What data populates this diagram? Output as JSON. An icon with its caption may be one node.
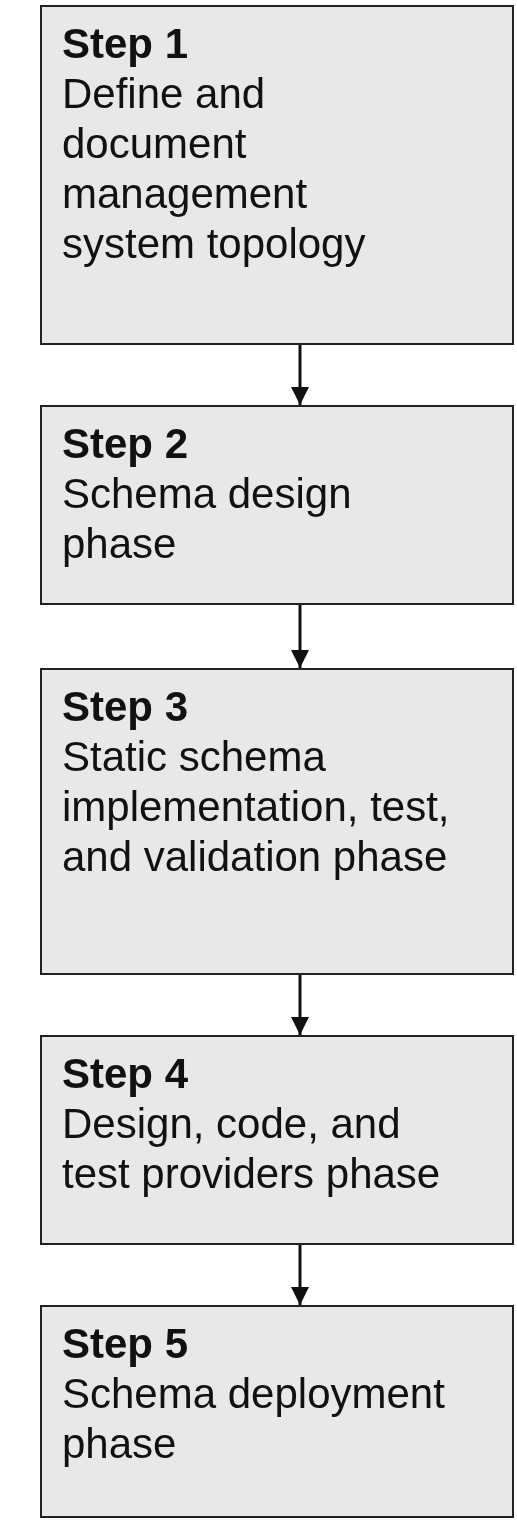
{
  "diagram": {
    "nodes": [
      {
        "text": [
          "Step 1",
          "Define and document management system topology"
        ]
      },
      {
        "text": [
          "Step 2",
          "Schema design phase"
        ]
      },
      {
        "text": [
          "Step 3",
          "Static schema implementation, test, and validation phase"
        ]
      },
      {
        "text": [
          "Step 4",
          "Design, code, and test providers phase"
        ]
      },
      {
        "text": [
          "Step 5",
          "Schema deployment phase"
        ]
      }
    ],
    "edges": [
      {
        "from": 0,
        "to": 1,
        "arrow": "to"
      },
      {
        "from": 1,
        "to": 2,
        "arrow": "to"
      },
      {
        "from": 2,
        "to": 3,
        "arrow": "to"
      },
      {
        "from": 3,
        "to": 4,
        "arrow": "to"
      }
    ]
  }
}
